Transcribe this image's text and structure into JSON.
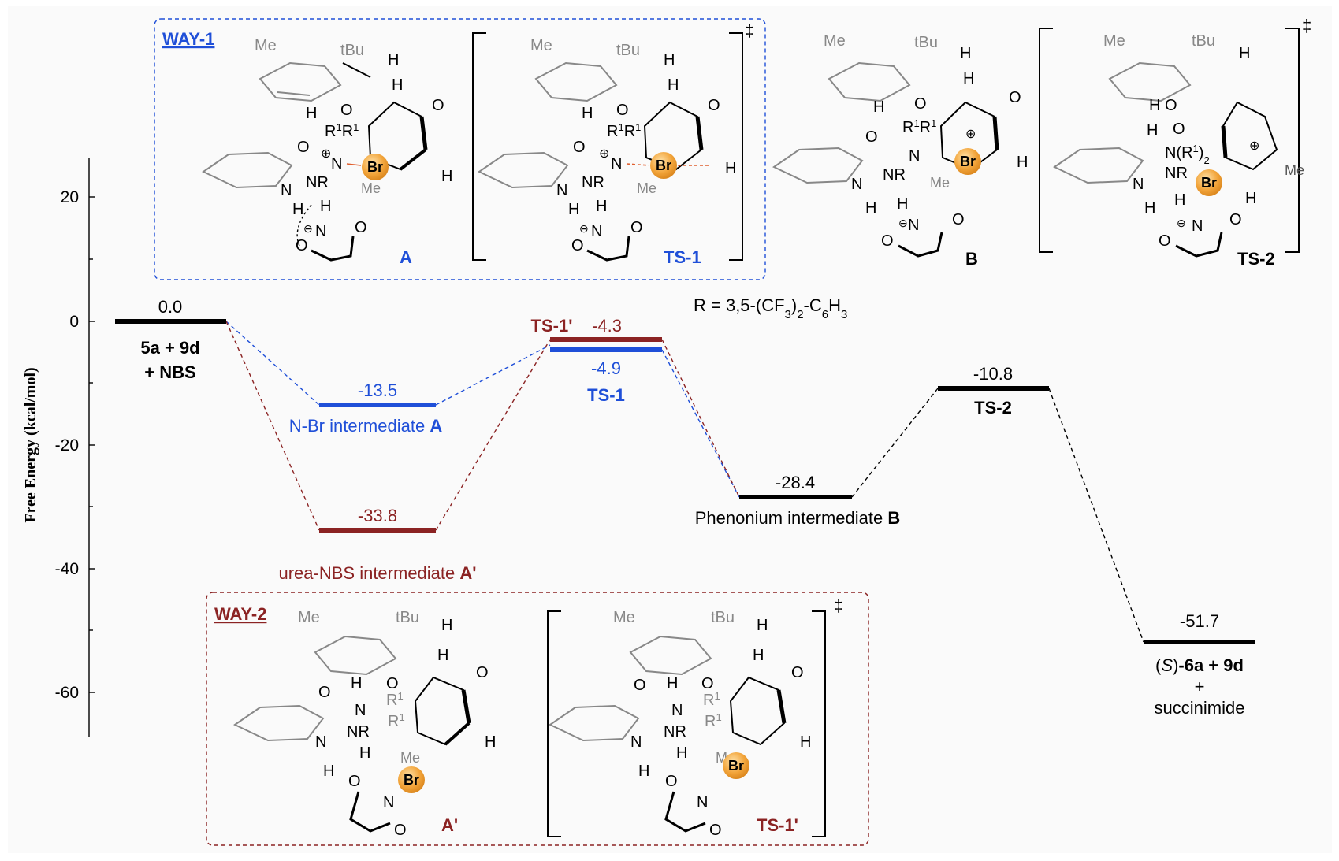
{
  "axis": {
    "ylabel": "Free Energy (kcal/mol)",
    "ticks": [
      "20",
      "0",
      "-20",
      "-40",
      "-60"
    ]
  },
  "colors": {
    "way1": "#1f4fd8",
    "way2": "#8b2323",
    "main": "#000000",
    "br_ball": "#f0a030",
    "grey": "#808080"
  },
  "levels": {
    "start": {
      "energy": "0.0",
      "line1": "5a + 9d",
      "line2": "+ NBS"
    },
    "A": {
      "energy": "-13.5",
      "label": "N-Br intermediate",
      "label_bold": "A"
    },
    "A_prime": {
      "energy": "-33.8",
      "label": "urea-NBS intermediate",
      "label_bold": "A'"
    },
    "TS1_prime": {
      "energy": "-4.3",
      "label": "TS-1'"
    },
    "TS1": {
      "energy": "-4.9",
      "label": "TS-1"
    },
    "B": {
      "energy": "-28.4",
      "label": "Phenonium intermediate",
      "label_bold": "B"
    },
    "TS2": {
      "energy": "-10.8",
      "label": "TS-2"
    },
    "product": {
      "energy": "-51.7",
      "line1_italic": "S",
      "line1": "-6a + 9d",
      "line2": "+",
      "line3": "succinimide"
    }
  },
  "r_definition": "R = 3,5-(CF3)2-C6H3",
  "panels": {
    "way1": {
      "title": "WAY-1",
      "left_label": "A",
      "right_label": "TS-1"
    },
    "way2": {
      "title": "WAY-2",
      "left_label": "A'",
      "right_label": "TS-1'"
    },
    "B_label": "B",
    "TS2_label": "TS-2"
  },
  "structure_text": {
    "me": "Me",
    "tbu": "tBu",
    "h": "H",
    "o": "O",
    "n": "N",
    "nr": "NR",
    "r1r1": "R1R1",
    "br": "Br",
    "dagger": "‡",
    "nr1_2": "N(R1)2",
    "r1": "R1",
    "plus": "⊕",
    "minus": "⊖"
  }
}
